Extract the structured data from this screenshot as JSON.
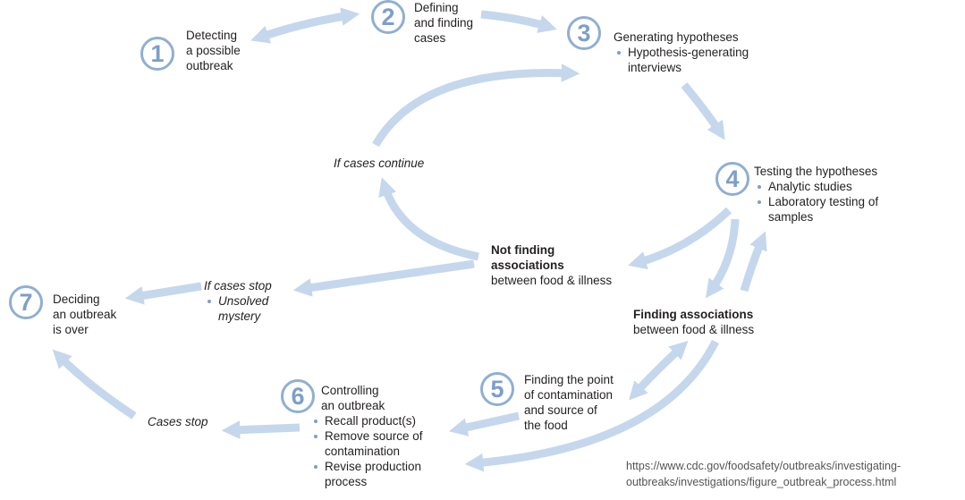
{
  "steps": [
    {
      "number": "1",
      "lines": [
        "Detecting",
        "a possible",
        "outbreak"
      ]
    },
    {
      "number": "2",
      "lines": [
        "Defining",
        "and finding",
        "cases"
      ]
    },
    {
      "number": "3",
      "title": "Generating hypotheses",
      "bullets": [
        "Hypothesis-generating interviews"
      ]
    },
    {
      "number": "4",
      "title": "Testing the hypotheses",
      "bullets": [
        "Analytic studies",
        "Laboratory testing of samples"
      ]
    },
    {
      "number": "5",
      "lines": [
        "Finding the point",
        "of contamination",
        "and source of",
        "the food"
      ]
    },
    {
      "number": "6",
      "title_lines": [
        "Controlling",
        "an outbreak"
      ],
      "bullets": [
        "Recall product(s)",
        "Remove source of contamination",
        "Revise production process"
      ]
    },
    {
      "number": "7",
      "lines": [
        "Deciding",
        "an outbreak",
        "is over"
      ]
    }
  ],
  "labels": {
    "if_cases_continue": "If cases continue",
    "not_finding": {
      "bold_lines": [
        "Not finding",
        "associations"
      ],
      "rest": "between food & illness"
    },
    "finding": {
      "bold": "Finding associations",
      "rest": "between food & illness"
    },
    "if_cases_stop": {
      "title": "If cases stop",
      "bullet": "Unsolved mystery"
    },
    "cases_stop": "Cases stop"
  },
  "source": [
    "https://www.cdc.gov/foodsafety/outbreaks/investigating-",
    "outbreaks/investigations/figure_outbreak_process.html"
  ],
  "colors": {
    "arrow": "#c5d7ec",
    "number": "#7d9fc8",
    "ring": "#8fafd2",
    "text": "#231f20",
    "source": "#555555"
  }
}
